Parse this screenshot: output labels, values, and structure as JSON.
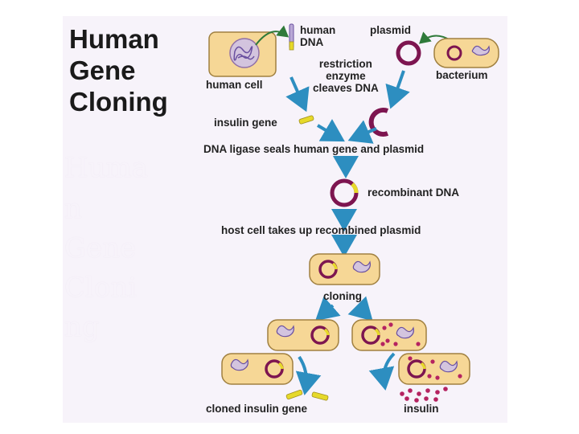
{
  "title": {
    "line1": "Human",
    "line2": "Gene",
    "line3": "Cloning"
  },
  "ghost_title": [
    "Huma",
    "n",
    "Gene",
    "Cloni",
    "ng"
  ],
  "labels": {
    "human_dna": "human\nDNA",
    "plasmid": "plasmid",
    "human_cell": "human cell",
    "restriction": "restriction\nenzyme\ncleaves DNA",
    "bacterium": "bacterium",
    "insulin_gene": "insulin gene",
    "ligase": "DNA ligase seals human gene and plasmid",
    "recombinant": "recombinant DNA",
    "host": "host cell takes up recombined plasmid",
    "cloning": "cloning",
    "cloned_insulin_gene": "cloned insulin gene",
    "insulin": "insulin"
  },
  "colors": {
    "cell_fill": "#f6d796",
    "cell_stroke": "#a08040",
    "plasmid": "#7d1550",
    "gene": "#e6d92a",
    "arrow": "#2d8ec0",
    "dna": "#8080a8",
    "insulin_dot": "#b52360"
  },
  "icons": {
    "arrow": "arrow-icon",
    "plasmid": "plasmid-ring-icon",
    "cell": "cell-icon"
  }
}
